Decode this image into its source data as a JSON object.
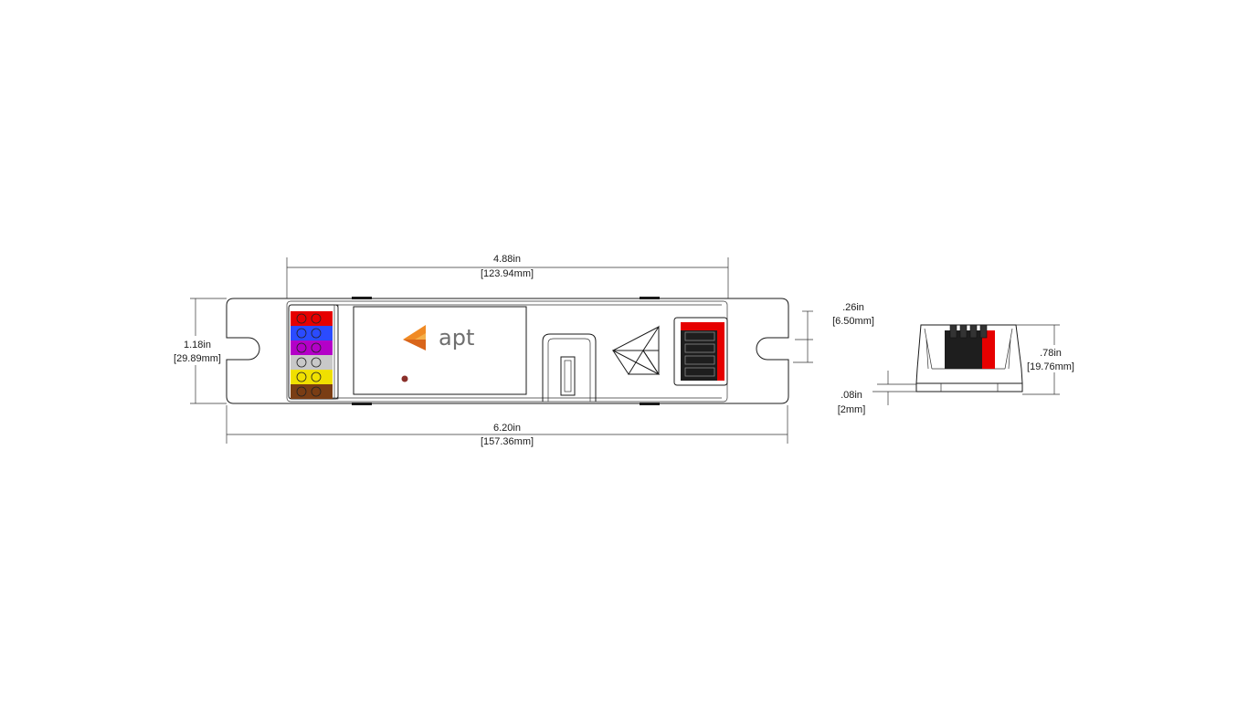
{
  "brand": {
    "name": "apt"
  },
  "colors": {
    "brand_orange": "#f08a24",
    "brand_orange_dark": "#d9651a",
    "led": "#8a2f2a",
    "connector_red": "#e60000",
    "terminal_colors": [
      "#e60000",
      "#2b4bff",
      "#b400c8",
      "#c8c8c8",
      "#f0e000",
      "#7a3d14"
    ]
  },
  "dimensions": {
    "body_width": {
      "inch": "4.88in",
      "mm": "[123.94mm]"
    },
    "overall_width": {
      "inch": "6.20in",
      "mm": "[157.36mm]"
    },
    "height": {
      "inch": "1.18in",
      "mm": "[29.89mm]"
    },
    "connector_height": {
      "inch": ".26in",
      "mm": "[6.50mm]"
    },
    "side_height": {
      "inch": ".78in",
      "mm": "[19.76mm]"
    },
    "flange_thickness": {
      "inch": ".08in",
      "mm": "[2mm]"
    }
  },
  "icons": [
    "apt-logo-icon",
    "triforce-triangle-icon",
    "led-indicator-icon"
  ]
}
